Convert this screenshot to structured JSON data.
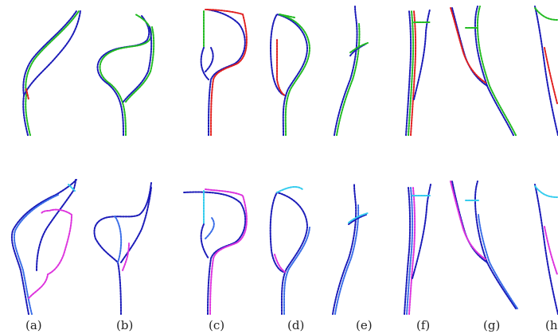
{
  "figure": {
    "captions": [
      "(a)",
      "(b)",
      "(c)",
      "(d)",
      "(e)",
      "(f)",
      "(g)",
      "(h)"
    ]
  },
  "colors": {
    "blue": "#1a1ab8",
    "green": "#22bb22",
    "red": "#e02020",
    "magenta": "#dd33dd",
    "cyan": "#33ccee",
    "light_blue": "#3a6ee8"
  }
}
